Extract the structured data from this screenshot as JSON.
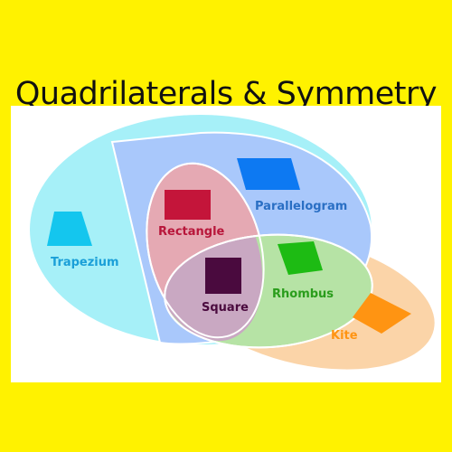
{
  "title": "Quadrilaterals & Symmetry",
  "labels": {
    "trapezium": "Trapezium",
    "parallelogram": "Parallelogram",
    "rectangle": "Rectangle",
    "rhombus": "Rhombus",
    "square": "Square",
    "kite": "Kite"
  },
  "colors": {
    "background": "#fff200",
    "trapezium_region": "#a6f0f8",
    "parallelogram_region": "#a9c8fb",
    "rectangle_region": "#e5a9b3",
    "rhombus_region": "#b6e3a5",
    "square_region": "#c9a8c2",
    "kite_region": "#fbd4a8",
    "trapezium_shape": "#14c6ee",
    "parallelogram_shape": "#0d79f2",
    "rectangle_shape": "#c4153a",
    "rhombus_shape": "#1dbb13",
    "square_shape": "#4a0a3e",
    "kite_shape": "#ff9412"
  }
}
